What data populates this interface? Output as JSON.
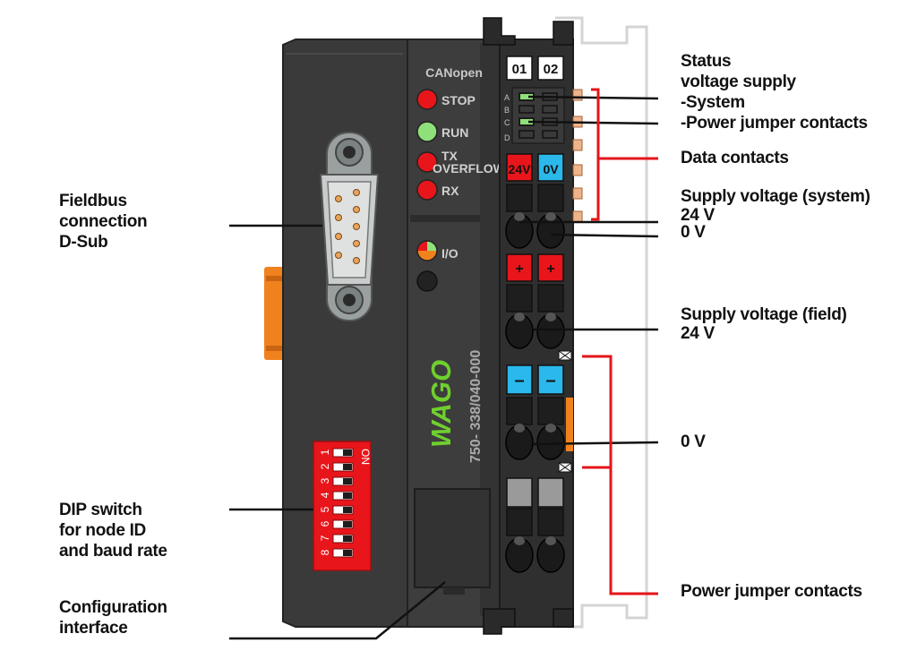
{
  "device": {
    "protocol_label": "CANopen",
    "leds": [
      {
        "label": "STOP",
        "color": "#e8151b"
      },
      {
        "label": "RUN",
        "color": "#8fe07a"
      },
      {
        "label": "TX",
        "label2": "OVERFLOW",
        "color": "#e8151b"
      },
      {
        "label": "RX",
        "color": "#e8151b"
      }
    ],
    "io_led_label": "I/O",
    "channel_labels": [
      "01",
      "02"
    ],
    "status_rows": [
      "A",
      "B",
      "C",
      "D"
    ],
    "supply_labels": [
      "24V",
      "0V"
    ],
    "plus_symbol": "+",
    "minus_symbol": "–",
    "brand": "WAGO",
    "part_number": "750- 338/040-000",
    "dip_on_label": "ON",
    "dip_numbers": [
      "1",
      "2",
      "3",
      "4",
      "5",
      "6",
      "7",
      "8"
    ],
    "colors": {
      "housing": "#3a3a3a",
      "housing_dark": "#2a2a2a",
      "red": "#e8151b",
      "blue": "#2bb8ea",
      "green_logo": "#6fcf2e",
      "orange": "#f0821e",
      "annotation_red": "#e3151a"
    }
  },
  "callouts": {
    "status": [
      "Status",
      "voltage supply",
      "-System",
      "-Power jumper contacts"
    ],
    "data_contacts": "Data contacts",
    "supply_system": [
      "Supply voltage (system)",
      "24 V",
      "0 V"
    ],
    "supply_field": [
      "Supply voltage (field)",
      "24 V"
    ],
    "zero_v": "0 V",
    "power_jumper": "Power jumper contacts",
    "fieldbus": [
      "Fieldbus",
      "connection",
      "D-Sub"
    ],
    "dip": [
      "DIP switch",
      "for node ID",
      "and baud rate"
    ],
    "config": [
      "Configuration",
      "interface"
    ]
  }
}
